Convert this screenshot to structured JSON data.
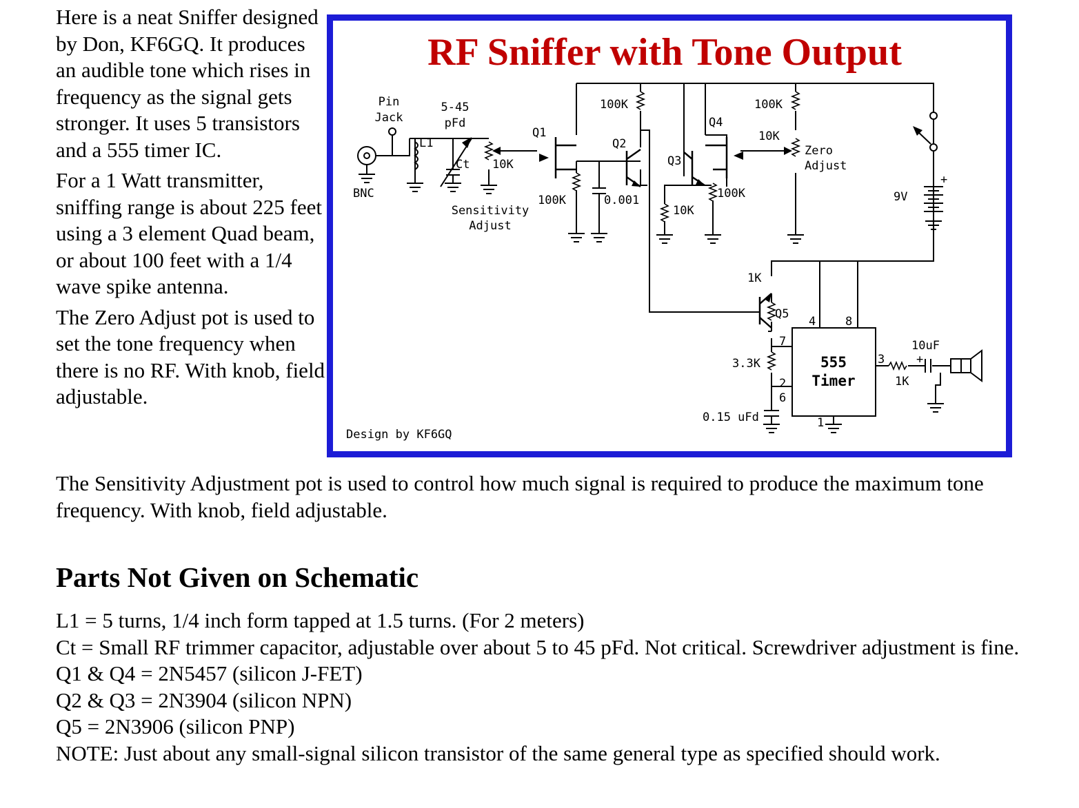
{
  "intro": {
    "p1": "Here is a neat Sniffer designed by Don, KF6GQ. It produces an audible tone which rises in frequency as the signal gets stronger. It uses 5 transistors and a 555 timer IC.",
    "p2": "For a 1 Watt transmitter, sniffing range is about 225 feet using a 3 element Quad beam, or about 100 feet with a 1/4 wave spike antenna.",
    "p3": "The Zero Adjust pot is used to set the tone frequency when there is no RF. With knob, field adjustable."
  },
  "schematic": {
    "title": "RF Sniffer with Tone Output",
    "credit": "Design by KF6GQ",
    "border_color": "#1c1cd6",
    "title_color": "#c00000",
    "labels": {
      "pin": "Pin",
      "jack": "Jack",
      "bnc": "BNC",
      "cap_value": "5-45",
      "cap_unit": "pFd",
      "l1": "L1",
      "ct": "Ct",
      "pot_sens": "10K",
      "sens_line1": "Sensitivity",
      "sens_line2": "Adjust",
      "q1": "Q1",
      "q2": "Q2",
      "q3": "Q3",
      "q4": "Q4",
      "q5": "Q5",
      "r_top1": "100K",
      "r_top2": "100K",
      "r_q1": "100K",
      "c_001": "0.001",
      "r_q3e": "10K",
      "r_q4": "100K",
      "r_zero": "10K",
      "zero_line1": "Zero",
      "zero_line2": "Adjust",
      "battery": "9V",
      "battery_plus": "+",
      "r_1k_top": "1K",
      "r_33k": "3.3K",
      "c_015": "0.15 uFd",
      "timer_line1": "555",
      "timer_line2": "Timer",
      "pin4": "4",
      "pin8": "8",
      "pin7": "7",
      "pin2": "2",
      "pin6": "6",
      "pin3": "3",
      "pin1": "1",
      "c_10uf": "10uF",
      "cap_plus": "+",
      "r_out": "1K"
    }
  },
  "sensitivity_paragraph": "The Sensitivity Adjustment pot is used to control how much signal is required to produce the maximum tone frequency. With knob, field adjustable.",
  "parts_heading": "Parts Not Given on Schematic",
  "parts": [
    "L1 = 5 turns, 1/4 inch form tapped at 1.5 turns. (For 2 meters)",
    "Ct = Small RF trimmer capacitor, adjustable over about 5 to 45 pFd. Not critical. Screwdriver adjustment is fine.",
    "Q1 & Q4 = 2N5457 (silicon J-FET)",
    "Q2 & Q3 = 2N3904 (silicon NPN)",
    "Q5 = 2N3906 (silicon PNP)",
    "NOTE: Just about any small-signal silicon transistor of the same general type as specified should work."
  ]
}
